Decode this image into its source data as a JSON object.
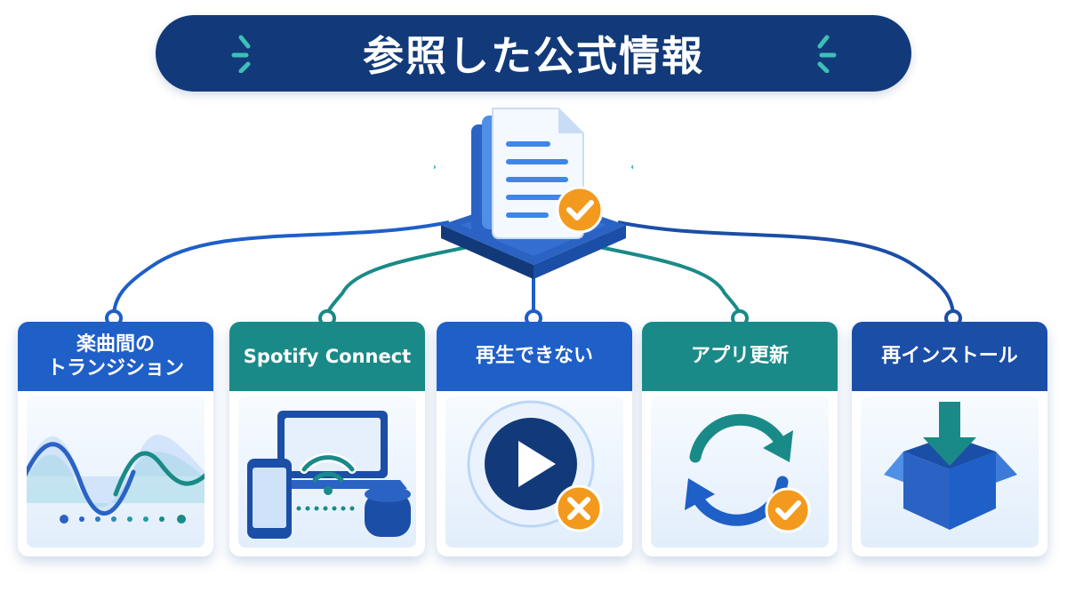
{
  "title": "参照した公式情報",
  "hub": {
    "icon": "document-check-icon"
  },
  "cards": [
    {
      "label_line1": "楽曲間の",
      "label_line2": "トランジション",
      "icon": "waveform-icon",
      "color": "#1e5fc8"
    },
    {
      "label_line1": "Spotify Connect",
      "label_line2": "",
      "icon": "devices-wifi-icon",
      "color": "#1a8a88"
    },
    {
      "label_line1": "再生できない",
      "label_line2": "",
      "icon": "play-error-icon",
      "color": "#1e5fc8"
    },
    {
      "label_line1": "アプリ更新",
      "label_line2": "",
      "icon": "refresh-check-icon",
      "color": "#1a8a88"
    },
    {
      "label_line1": "再インストール",
      "label_line2": "",
      "icon": "download-box-icon",
      "color": "#1b4ea6"
    }
  ],
  "colors": {
    "navy": "#123a7a",
    "blue": "#1e5fc8",
    "teal": "#1a8a88",
    "aqua": "#3cc0b6",
    "orange": "#f39a1e"
  }
}
